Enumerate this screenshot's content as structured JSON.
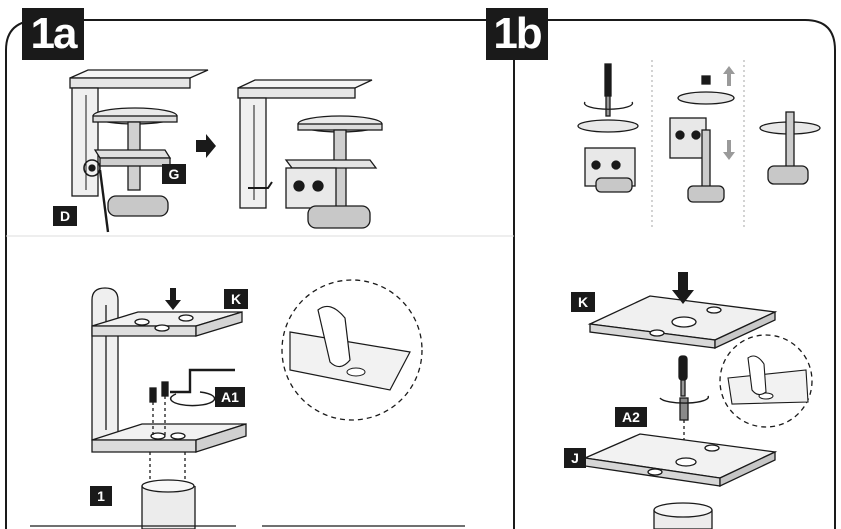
{
  "step_a": {
    "number": "1a"
  },
  "step_b": {
    "number": "1b"
  },
  "labels": {
    "g": "G",
    "d": "D",
    "k_left": "K",
    "a1": "A1",
    "one": "1",
    "k_right": "K",
    "a2": "A2",
    "j": "J"
  },
  "colors": {
    "ink": "#1a1a1a",
    "plate_light": "#f2f2f2",
    "plate_dark": "#cfcfcf",
    "paper": "#ffffff"
  },
  "icons": [
    "arrow-right-icon",
    "arrow-down-icon",
    "screwdriver-icon",
    "hex-key-icon",
    "rotation-arrow-icon",
    "magnifier-detail-icon"
  ]
}
